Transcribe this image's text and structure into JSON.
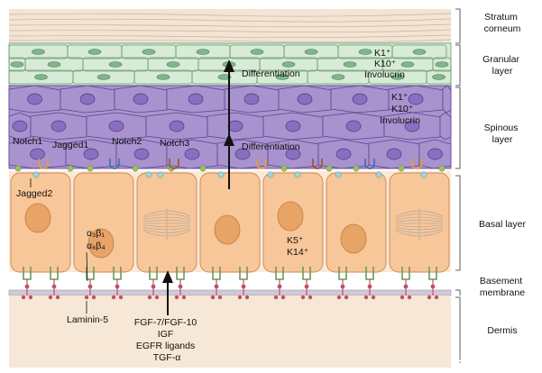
{
  "colors": {
    "stratum_corneum": "#f3e4d3",
    "granular_fill": "#d8ebd6",
    "granular_cell_nucleus": "#7fb58a",
    "spinous_fill": "#a893cf",
    "spinous_nucleus": "#8a6fc0",
    "basal_fill": "#f7c79a",
    "basal_nucleus": "#e8a366",
    "membrane": "#cfc9d8",
    "dermis": "#f6e7d6",
    "laminin": "#c2506a",
    "integrin": "#6a9a55",
    "notch_orange": "#e79b3c",
    "notch_blue": "#4b6fb5",
    "notch_brown": "#9a5a3a",
    "jagged_green": "#9bc25a",
    "jagged_blue": "#9fd3e4"
  },
  "layers": {
    "stratum_corneum": "Stratum\ncorneum",
    "granular": "Granular\nlayer",
    "spinous": "Spinous\nlayer",
    "basal": "Basal layer",
    "basement": "Basement\nmembrane",
    "dermis": "Dermis"
  },
  "labels": {
    "granular_markers": [
      "K1⁺",
      "K10⁺",
      "Involucrin"
    ],
    "spinous_markers": [
      "K1⁺",
      "K10⁺",
      "Involucrin"
    ],
    "differentiation_upper": "Differentiation",
    "differentiation_lower": "Differentiation",
    "notch1": "Notch1",
    "jagged1": "Jagged1",
    "notch2": "Notch2",
    "notch3": "Notch3",
    "jagged2": "Jagged2",
    "integrin_a3b1": "α₃β₁",
    "integrin_a6b4": "α₆β₄",
    "basal_markers": [
      "K5⁺",
      "K14⁺"
    ],
    "laminin": "Laminin-5",
    "growth_factors": [
      "FGF-7/FGF-10",
      "IGF",
      "EGFR ligands",
      "TGF-α"
    ]
  }
}
